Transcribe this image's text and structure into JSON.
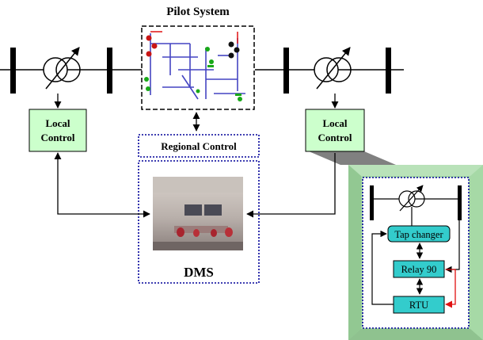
{
  "pilot_system": {
    "title": "Pilot System"
  },
  "regional_control": {
    "label": "Regional Control"
  },
  "local_control_left": {
    "line1": "Local",
    "line2": "Control"
  },
  "local_control_right": {
    "line1": "Local",
    "line2": "Control"
  },
  "dms": {
    "label": "DMS"
  },
  "substation_detail": {
    "tap_changer_label": "Tap changer",
    "relay_label": "Relay 90",
    "rtu_label": "RTU"
  },
  "colors": {
    "control_box_fill": "#ccffcc",
    "inner_box_fill": "#33cccc",
    "dotted_border": "#000099",
    "panel_front": "#a6d9a6",
    "panel_shadow": "#808080",
    "signal_red": "#e01010"
  }
}
